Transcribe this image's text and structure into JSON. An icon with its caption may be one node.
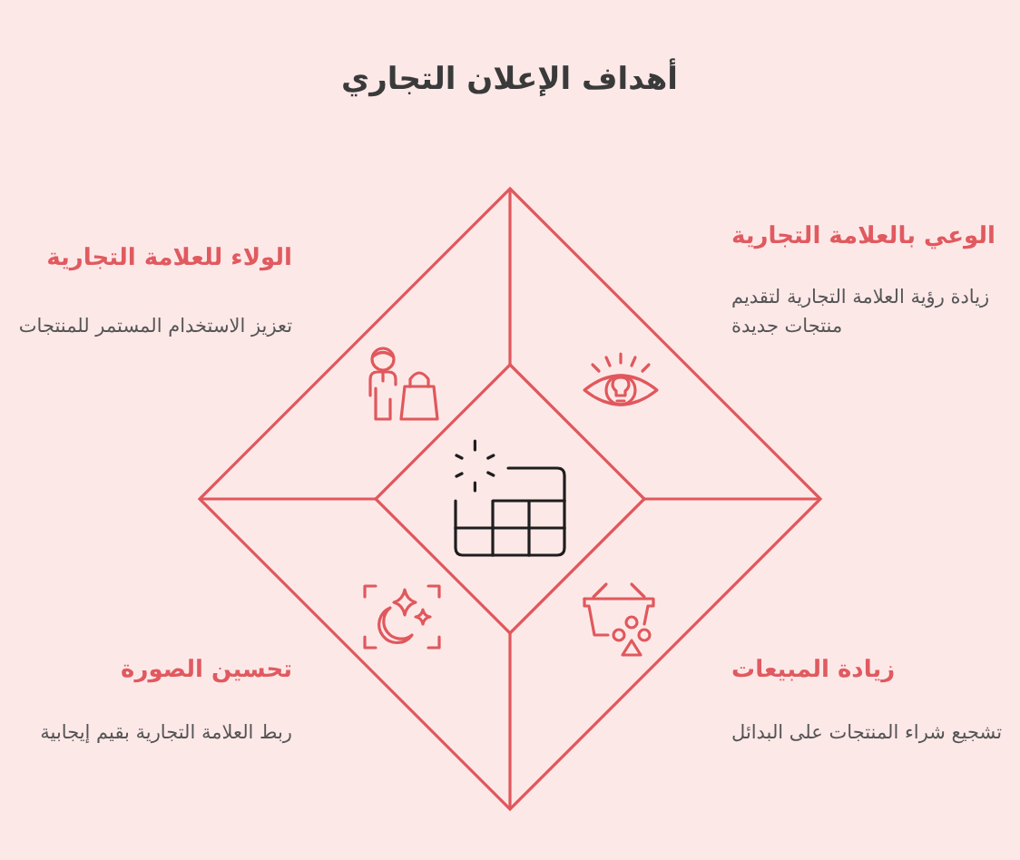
{
  "diagram": {
    "title": "أهداف الإعلان التجاري",
    "labels": [
      "الوعي بالعلامة التجارية",
      "زيادة رؤية العلامة التجارية لتقديم منتجات جديدة",
      "الولاء للعلامة التجارية",
      "تعزيز الاستخدام المستمر للمنتجات",
      "زيادة المبيعات",
      "تشجيع شراء المنتجات على البدائل",
      "تحسين الصورة",
      "ربط العلامة التجارية بقيم إيجابية"
    ]
  }
}
